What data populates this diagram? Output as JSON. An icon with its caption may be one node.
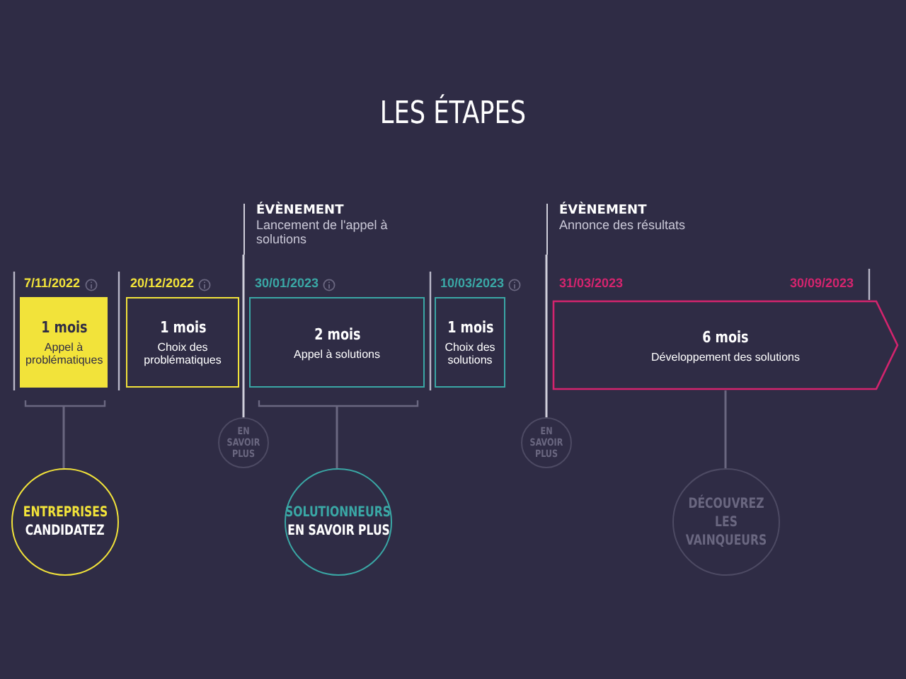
{
  "diagram": {
    "title": "LES ÉTAPES",
    "nodes": [
      {
        "text": [
          "1 mois",
          "Appel à problématiques"
        ],
        "beside": [
          "7/11/2022"
        ]
      },
      {
        "text": [
          "1 mois",
          "Choix des problématiques"
        ],
        "beside": [
          "20/12/2022"
        ]
      },
      {
        "text": [
          "2 mois",
          "Appel à solutions"
        ],
        "beside": [
          "30/01/2023"
        ]
      },
      {
        "text": [
          "1 mois",
          "Choix des solutions"
        ],
        "beside": [
          "10/03/2023"
        ]
      },
      {
        "text": [
          "6 mois",
          "Développement des solutions"
        ],
        "beside": [
          "31/03/2023",
          "30/09/2023"
        ]
      },
      {
        "text": [
          "ENTREPRISES",
          "CANDIDATEZ"
        ]
      },
      {
        "text": [
          "EN SAVOIR PLUS"
        ]
      },
      {
        "text": [
          "SOLUTIONNEURS",
          "EN SAVOIR PLUS"
        ]
      },
      {
        "text": [
          "EN SAVOIR PLUS"
        ]
      },
      {
        "text": [
          "DÉCOUVREZ LES VAINQUEURS"
        ]
      },
      {
        "text": [
          "ÉVÈNEMENT",
          "Lancement de l'appel à solutions"
        ]
      },
      {
        "text": [
          "ÉVÈNEMENT",
          "Annonce des résultats"
        ]
      }
    ],
    "edges": [
      {
        "from": 0,
        "to": 5,
        "arrow": "none"
      },
      {
        "from": 2,
        "to": 7,
        "arrow": "none"
      },
      {
        "from": 4,
        "to": 9,
        "arrow": "none"
      },
      {
        "from": 10,
        "to": 6,
        "arrow": "none",
        "color": "#d0cfdb"
      },
      {
        "from": 11,
        "to": 8,
        "arrow": "none",
        "color": "#d0cfdb"
      }
    ]
  }
}
